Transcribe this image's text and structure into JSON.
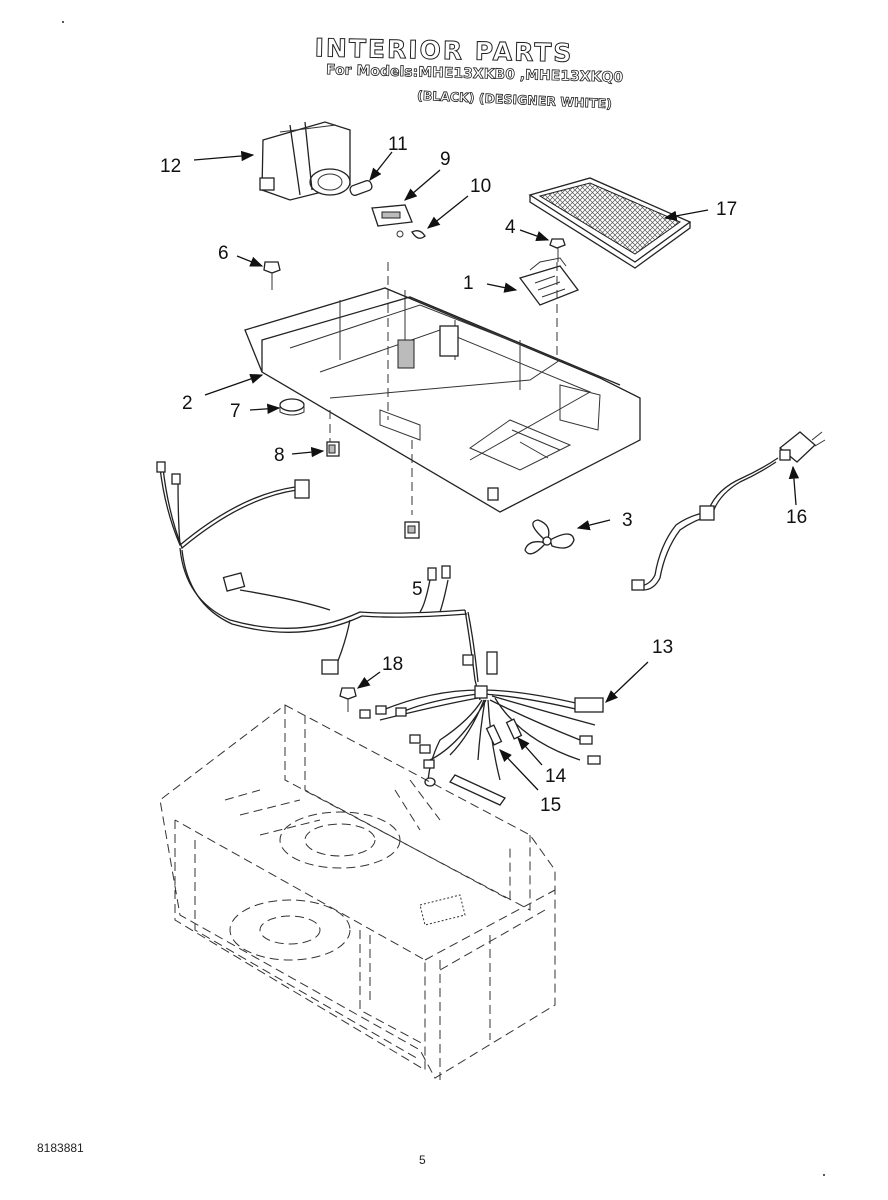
{
  "header": {
    "title": "INTERIOR PARTS",
    "models_line": "For Models:MHE13XKB0 ,MHE13XKQ0",
    "colors_line": "(BLACK) (DESIGNER WHITE)"
  },
  "callouts": {
    "c1": "1",
    "c2": "2",
    "c3": "3",
    "c4": "4",
    "c5": "5",
    "c6": "6",
    "c7": "7",
    "c8": "8",
    "c9": "9",
    "c10": "10",
    "c11": "11",
    "c12": "12",
    "c13": "13",
    "c14": "14",
    "c15": "15",
    "c16": "16",
    "c17": "17",
    "c18": "18"
  },
  "footer": {
    "part_number": "8183881",
    "page_number": "5"
  }
}
